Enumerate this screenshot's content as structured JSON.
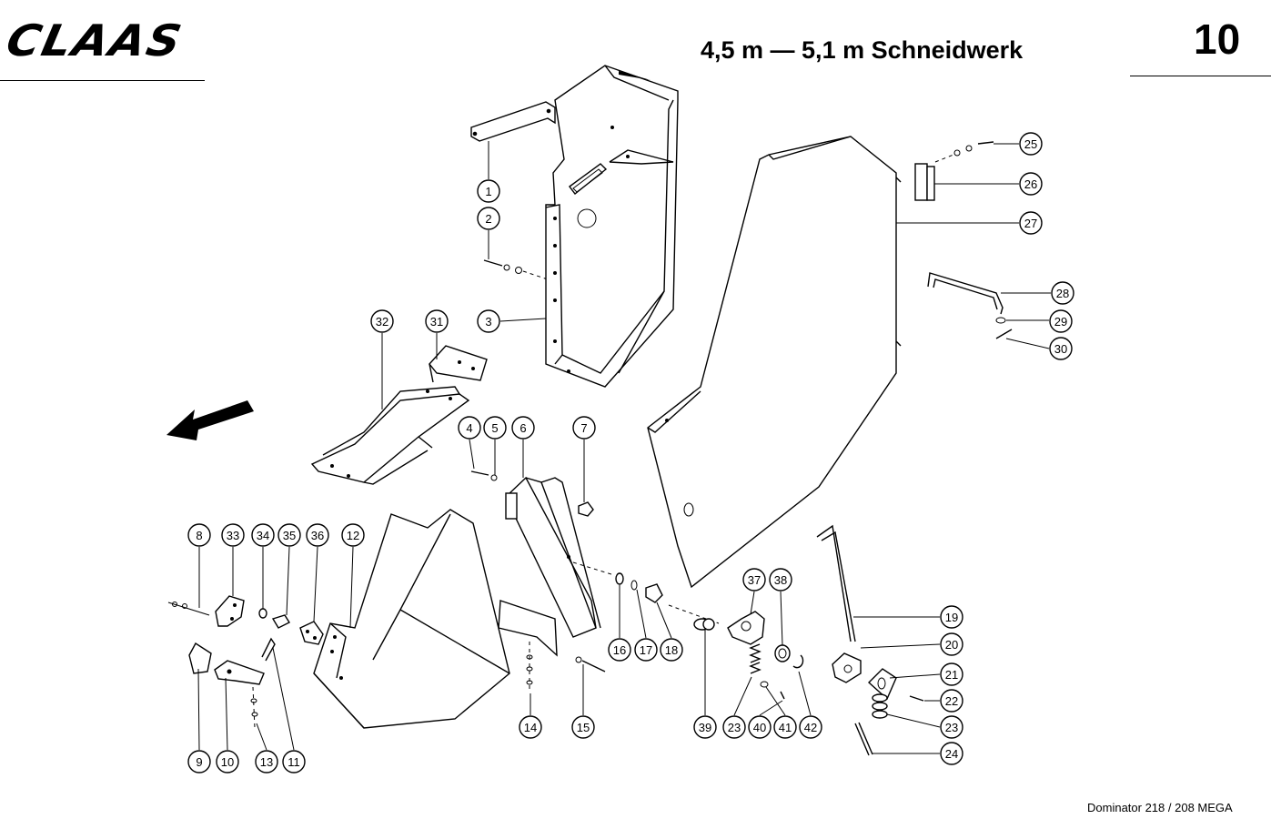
{
  "header": {
    "brand": "CLAAS",
    "title": "4,5 m — 5,1 m Schneidwerk",
    "page_number": "10"
  },
  "footer": {
    "model": "Dominator 218 / 208 MEGA"
  },
  "callouts": [
    "1",
    "2",
    "3",
    "4",
    "5",
    "6",
    "7",
    "8",
    "9",
    "10",
    "11",
    "12",
    "13",
    "14",
    "15",
    "16",
    "17",
    "18",
    "19",
    "20",
    "21",
    "22",
    "23",
    "23",
    "24",
    "25",
    "26",
    "27",
    "28",
    "29",
    "30",
    "31",
    "32",
    "33",
    "34",
    "35",
    "36",
    "37",
    "38",
    "39",
    "40",
    "41",
    "42"
  ]
}
